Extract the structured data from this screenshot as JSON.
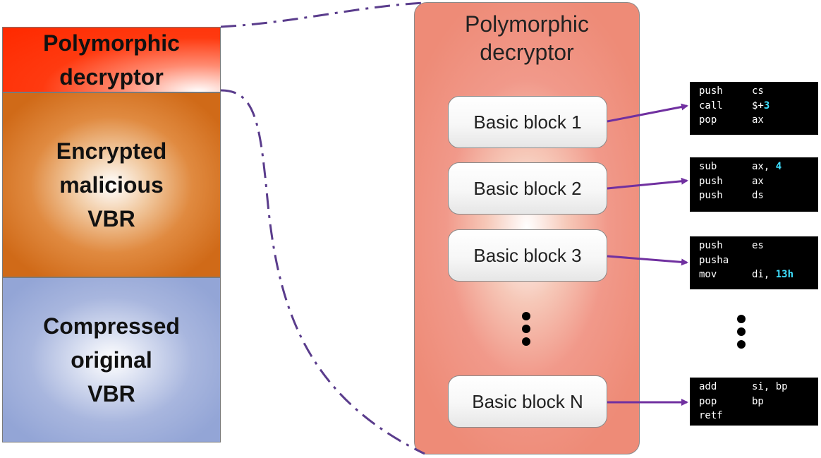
{
  "stack": {
    "polymorphic": "Polymorphic\ndecryptor",
    "encrypted": "Encrypted\nmalicious\nVBR",
    "compressed": "Compressed\noriginal\nVBR"
  },
  "panel": {
    "title": "Polymorphic\ndecryptor",
    "blocks": [
      "Basic block 1",
      "Basic block 2",
      "Basic block 3",
      "Basic block N"
    ]
  },
  "code": {
    "block1": [
      {
        "mnemonic": "push",
        "operand": "cs",
        "highlight": ""
      },
      {
        "mnemonic": "call",
        "operand": "$+",
        "highlight": "3"
      },
      {
        "mnemonic": "pop",
        "operand": "ax",
        "highlight": ""
      }
    ],
    "block2": [
      {
        "mnemonic": "sub",
        "operand": "ax, ",
        "highlight": "4"
      },
      {
        "mnemonic": "push",
        "operand": "ax",
        "highlight": ""
      },
      {
        "mnemonic": "push",
        "operand": "ds",
        "highlight": ""
      }
    ],
    "block3": [
      {
        "mnemonic": "push",
        "operand": "es",
        "highlight": ""
      },
      {
        "mnemonic": "pusha",
        "operand": "",
        "highlight": ""
      },
      {
        "mnemonic": "mov",
        "operand": "di, ",
        "highlight": "13h"
      }
    ],
    "blockN": [
      {
        "mnemonic": "add",
        "operand": "si, bp",
        "highlight": ""
      },
      {
        "mnemonic": "pop",
        "operand": "bp",
        "highlight": ""
      },
      {
        "mnemonic": "retf",
        "operand": "",
        "highlight": ""
      }
    ]
  },
  "colors": {
    "arrow": "#7030a0",
    "connector": "#5a3c8c",
    "code_highlight": "#3fe0ff"
  }
}
